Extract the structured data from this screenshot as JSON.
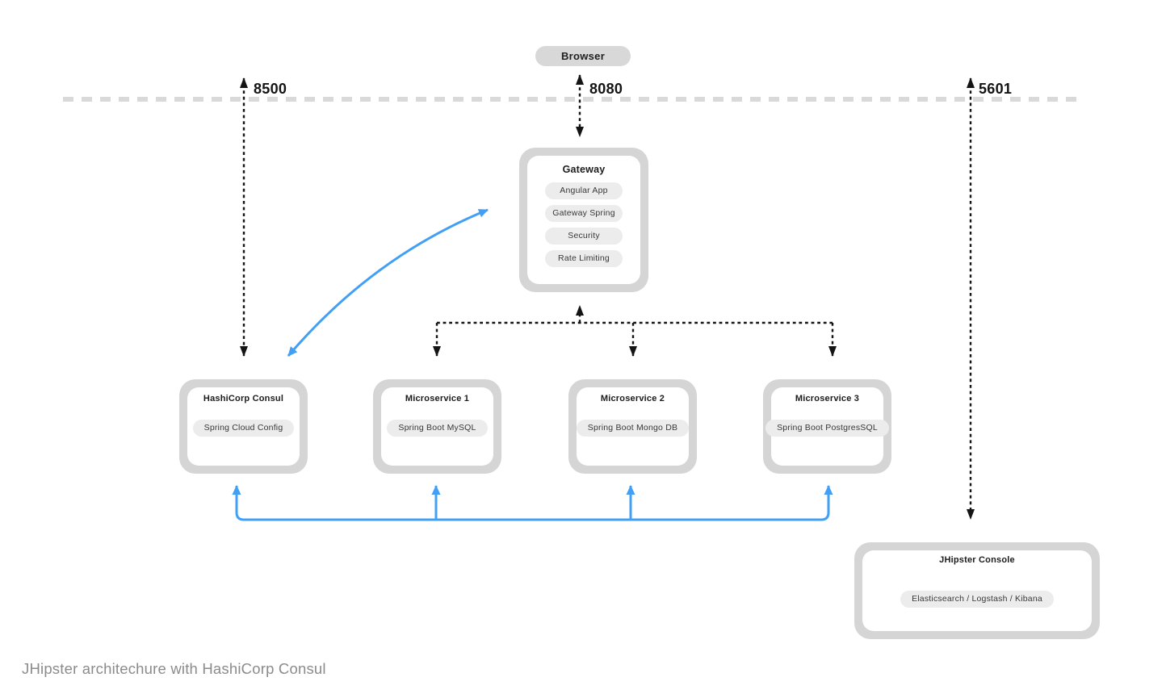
{
  "diagram": {
    "caption": "JHipster architechure with HashiCorp Consul",
    "browser": {
      "label": "Browser"
    },
    "ports": [
      {
        "label": "8500"
      },
      {
        "label": "8080"
      },
      {
        "label": "5601"
      }
    ],
    "nodes": [
      {
        "title": "Gateway",
        "pills": [
          "Angular App",
          "Gateway Spring",
          "Security",
          "Rate Limiting"
        ]
      },
      {
        "title": "HashiCorp Consul",
        "pills": [
          "Spring Cloud Config"
        ]
      },
      {
        "title": "Microservice 1",
        "pills": [
          "Spring Boot MySQL"
        ]
      },
      {
        "title": "Microservice 2",
        "pills": [
          "Spring Boot Mongo DB"
        ]
      },
      {
        "title": "Microservice 3",
        "pills": [
          "Spring Boot PostgresSQL"
        ]
      },
      {
        "title": "JHipster Console",
        "pills": [
          "Elasticsearch / Logstash / Kibana"
        ]
      }
    ],
    "colors": {
      "accent_blue": "#41a0f5",
      "connector_black": "#141414",
      "boundary_dash_gray": "#d9d9d9",
      "node_border_gray": "#d5d5d5",
      "pill_gray": "#ececec",
      "browser_pill_gray": "#d8d8d8",
      "caption_gray": "#8b8b8b"
    }
  }
}
